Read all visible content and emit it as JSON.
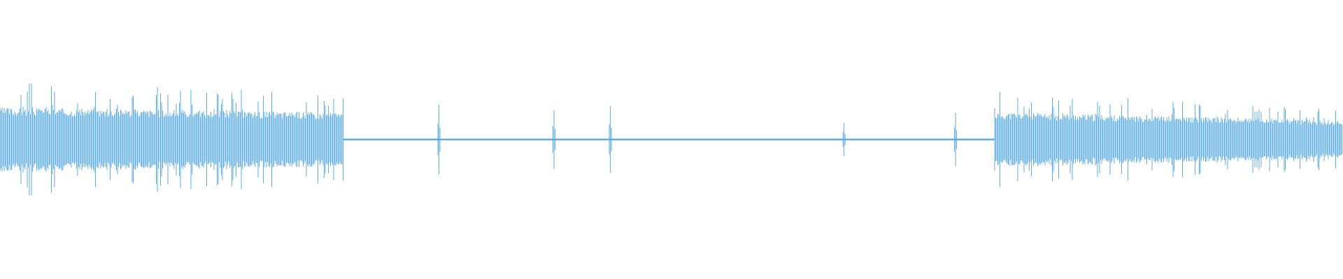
{
  "waveform": {
    "color": "#5dade2",
    "background": "#ffffff",
    "segments": [
      {
        "kind": "loud",
        "start": 0.0,
        "end": 0.2555,
        "peak_start": 0.42,
        "peak_end": 0.34,
        "body_start": 0.2,
        "body_end": 0.17,
        "seed": 3
      },
      {
        "kind": "silence",
        "start": 0.2555,
        "end": 0.7405
      },
      {
        "kind": "loud",
        "start": 0.7405,
        "end": 1.0,
        "peak_start": 0.35,
        "peak_end": 0.21,
        "body_start": 0.17,
        "body_end": 0.12,
        "seed": 11
      }
    ],
    "clicks": [
      {
        "pos": 0.3268,
        "amp": 0.25
      },
      {
        "pos": 0.4125,
        "amp": 0.21
      },
      {
        "pos": 0.4545,
        "amp": 0.24
      },
      {
        "pos": 0.6285,
        "amp": 0.12
      },
      {
        "pos": 0.7115,
        "amp": 0.19
      }
    ],
    "silence_level": 0.006
  }
}
